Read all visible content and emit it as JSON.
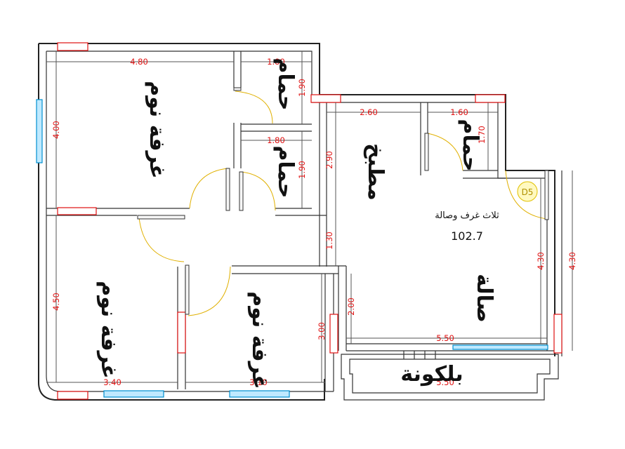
{
  "rooms": {
    "bedroom_top": "غرفة نوم",
    "bedroom_left": "غرفة نوم",
    "bedroom_mid": "غرفة نوم",
    "bath_top": "حمام",
    "bath_mid": "حمام",
    "bath_right": "حمام",
    "kitchen": "مطبخ",
    "living": "صالة",
    "balcony": "بلكونة"
  },
  "info": {
    "description": "ثلاث غرف وصالة",
    "area": "102.7",
    "marker": "D5"
  },
  "dimensions": {
    "top_bedroom_width": "4.80",
    "top_bath_width": "1.80",
    "top_bath_height": "1.90",
    "top_bedroom_height": "4.00",
    "mid_bath_width": "1.80",
    "mid_bath_height": "1.90",
    "kitchen_width": "2.60",
    "right_bath_width": "1.60",
    "right_bath_height": "1.70",
    "kitchen_height": "2.90",
    "corridor_height": "1.30",
    "living_height_inner": "4.30",
    "living_height_outer": "4.30",
    "left_bedroom_height": "4.50",
    "corridor_to_living": "2.00",
    "mid_bedroom_height": "3.00",
    "living_width": "5.50",
    "left_bedroom_width": "3.40",
    "mid_bedroom_width": "3.10",
    "balcony_width": "5.50"
  },
  "colors": {
    "dimension_text": "#e01010",
    "walls": "#222222",
    "windows": "#0090d0",
    "doors": "#e0b000"
  }
}
